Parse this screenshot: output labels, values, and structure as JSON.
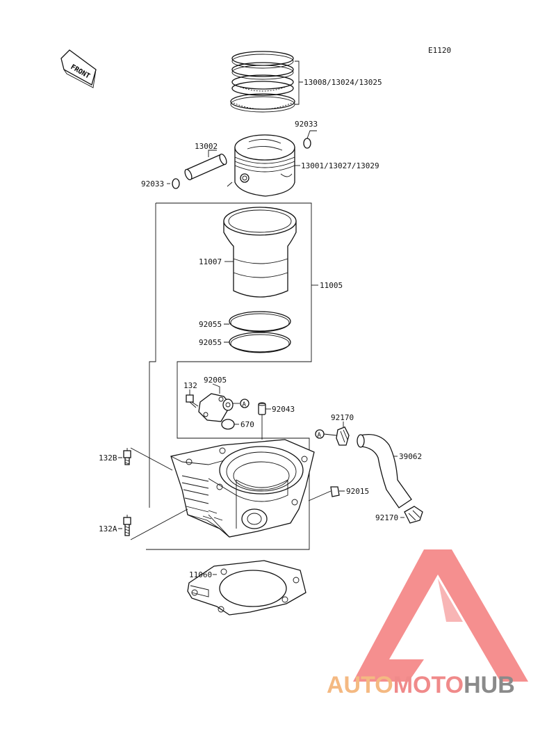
{
  "diagram": {
    "code": "E1120",
    "front_arrow_text": "FRONT",
    "callout_symbol": "A",
    "labels": {
      "rings": "13008/13024/13025",
      "clip_top": "92033",
      "pin": "13002",
      "piston": "13001/13027/13029",
      "clip_left": "92033",
      "liner": "11007",
      "cylinder_assy": "11005",
      "oring_upper": "92055",
      "oring_lower": "92055",
      "bolt_small": "132",
      "fitting": "92005",
      "dowel": "92043",
      "oring_small": "670",
      "clamp_top": "92170",
      "bolt_b": "132B",
      "hose": "39062",
      "plug": "92015",
      "bolt_a": "132A",
      "clamp_bottom": "92170",
      "gasket": "11060"
    }
  },
  "watermark": {
    "part1": "AUTO",
    "part2": "MOTO",
    "part3": "HUB",
    "colors": {
      "auto": "#f4b982",
      "moto": "#f08a8a",
      "hub": "#8a8a8a",
      "triangle": "#f05a5a"
    }
  }
}
